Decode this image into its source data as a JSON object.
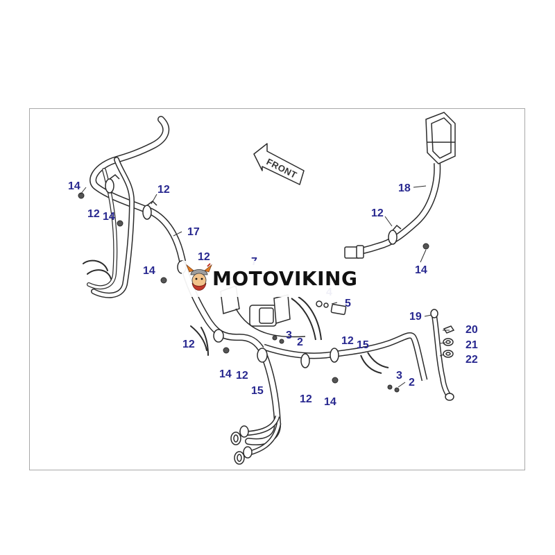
{
  "diagram": {
    "front_label": "FRONT",
    "watermark": "MOTOVIKING",
    "colors": {
      "callout": "#27278f",
      "line": "#2b2b2b",
      "frame": "#a8a8a8",
      "logo_red": "#c0392b",
      "logo_orange": "#e67e22"
    },
    "callouts": {
      "c14_a": "14",
      "c12_a": "12",
      "c12_b": "12",
      "c14_b": "14",
      "c17": "17",
      "c12_c": "12",
      "c7": "7",
      "c14_c": "14",
      "c18": "18",
      "c12_d": "12",
      "c14_d": "14",
      "c4": "4",
      "c5": "5",
      "c19": "19",
      "c20": "20",
      "c21": "21",
      "c22": "22",
      "c12_e": "12",
      "c3_a": "3",
      "c2_a": "2",
      "c12_f": "12",
      "c15_a": "15",
      "c14_e": "14",
      "c12_g": "12",
      "c15_b": "15",
      "c12_h": "12",
      "c14_f": "14",
      "c3_b": "3",
      "c2_b": "2"
    }
  }
}
